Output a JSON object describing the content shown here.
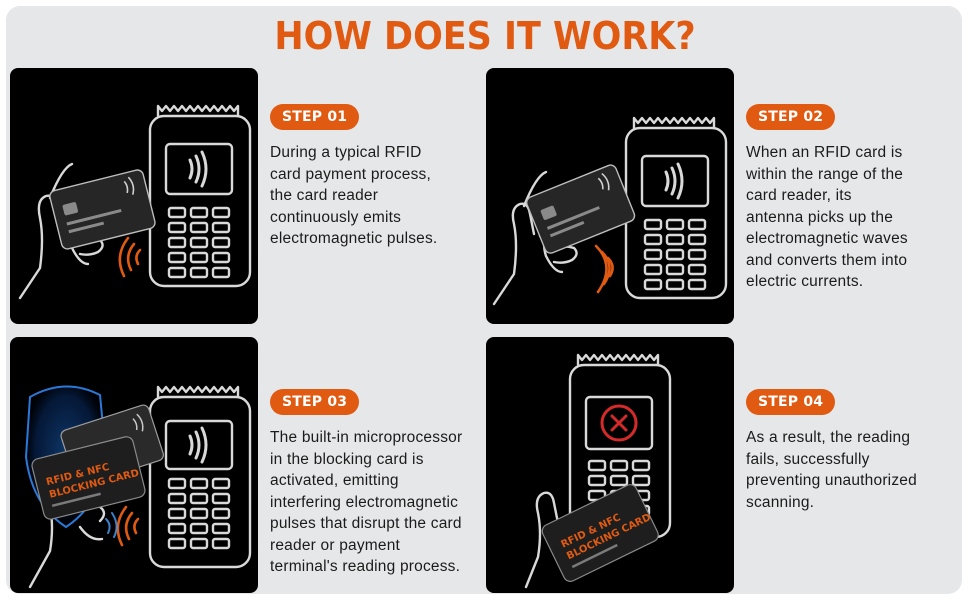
{
  "title": "HOW DOES IT WORK?",
  "steps": [
    {
      "badge": "STEP 01",
      "text": "During a typical RFID\ncard payment process,\nthe card reader\ncontinuously emits\nelectromagnetic pulses."
    },
    {
      "badge": "STEP 02",
      "text": "When an RFID card is\nwithin the range of the\ncard reader, its\nantenna picks up the\nelectromagnetic waves\nand converts them into\nelectric currents."
    },
    {
      "badge": "STEP 03",
      "text": "The built-in microprocessor\nin the blocking card is\nactivated, emitting\ninterfering electromagnetic\npulses that disrupt the card\nreader or payment\nterminal's reading process."
    },
    {
      "badge": "STEP 04",
      "text": "As a result, the reading\nfails, successfully\npreventing unauthorized\nscanning."
    }
  ],
  "blocking_card": {
    "line1": "RFID & NFC",
    "line2": "BLOCKING CARD"
  },
  "colors": {
    "accent": "#e05a12",
    "panel": "#000000",
    "background": "#e6e7e9",
    "shield_blue": "#1d6fd1",
    "error_red": "#d42a2a"
  },
  "icons": [
    "contactless-icon",
    "hand-icon",
    "payment-terminal-icon",
    "signal-waves-icon",
    "error-x-icon",
    "shield-glow-icon"
  ]
}
